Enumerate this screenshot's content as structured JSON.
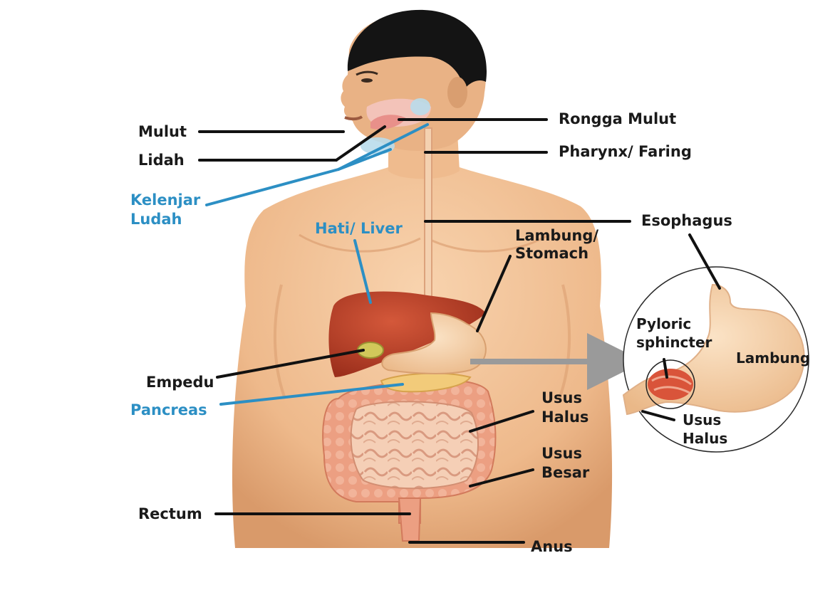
{
  "diagram": {
    "colors": {
      "skin": "#f2c196",
      "skin_shadow": "#d89a6c",
      "hair": "#141414",
      "liver": "#b8412a",
      "gallbladder": "#c8c24a",
      "pancreas": "#f0c878",
      "intestine_small": "#f3c9b0",
      "intestine_large": "#e99a7e",
      "stomach": "#f6d2a8",
      "pylorus": "#d9543a",
      "leader_black": "#111111",
      "leader_blue": "#2c8fc4",
      "arrow_gray": "#9a9a9a",
      "text_blue": "#2c8fc4"
    },
    "labels": {
      "mulut": "Mulut",
      "lidah": "Lidah",
      "kelenjar_1": "Kelenjar",
      "kelenjar_2": "Ludah",
      "rongga_mulut": "Rongga Mulut",
      "pharynx": "Pharynx/ Faring",
      "esophagus": "Esophagus",
      "hati": "Hati/ Liver",
      "lambung_stomach_1": "Lambung/",
      "lambung_stomach_2": "Stomach",
      "empedu": "Empedu",
      "pancreas": "Pancreas",
      "usus_halus_1": "Usus",
      "usus_halus_2": "Halus",
      "usus_besar_1": "Usus",
      "usus_besar_2": "Besar",
      "rectum": "Rectum",
      "anus": "Anus",
      "inset_pyloric_1": "Pyloric",
      "inset_pyloric_2": "sphincter",
      "inset_lambung": "Lambung",
      "inset_usus_1": "Usus",
      "inset_usus_2": "Halus"
    }
  }
}
